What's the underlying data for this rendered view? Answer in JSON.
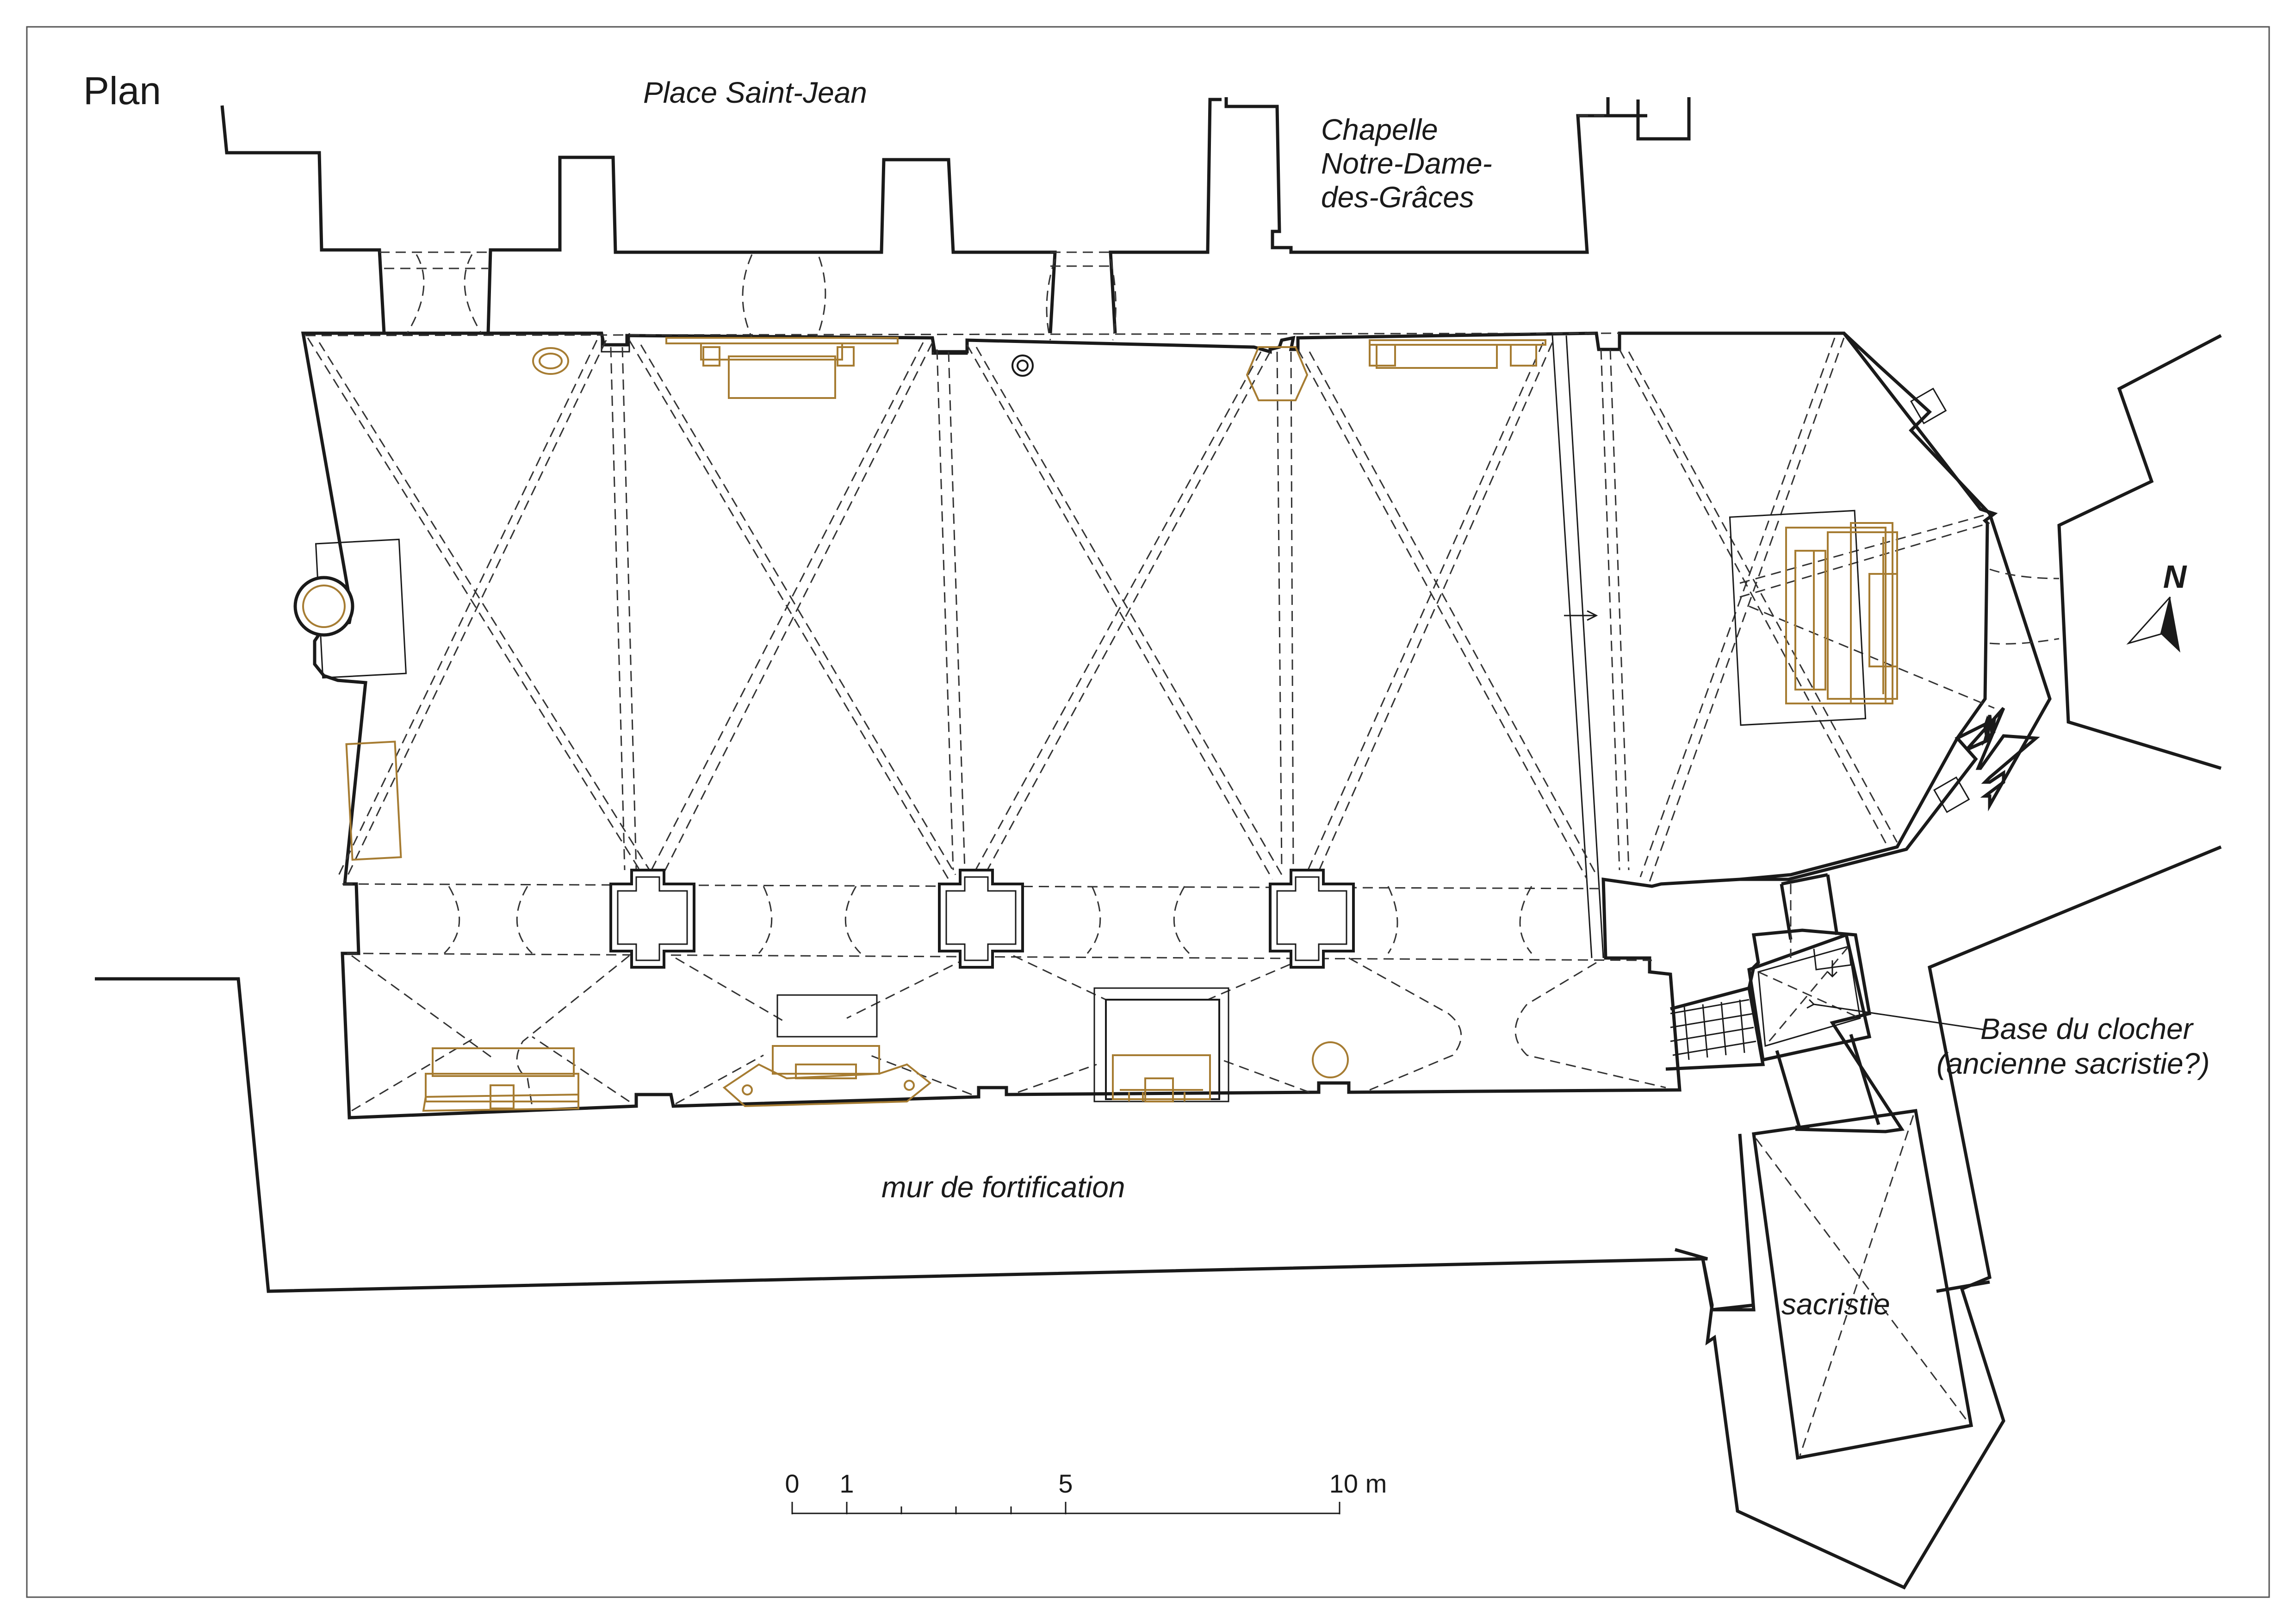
{
  "title": "Plan",
  "labels": {
    "place": "Place Saint-Jean",
    "chapel_line1": "Chapelle",
    "chapel_line2": "Notre-Dame-",
    "chapel_line3": "des-Grâces",
    "fortification": "mur de fortification",
    "tower_line1": "Base du clocher",
    "tower_line2": "(ancienne sacristie?)",
    "sacristy": "sacristie"
  },
  "north_arrow": {
    "letter": "N"
  },
  "scale_bar": {
    "ticks": [
      "0",
      "1",
      "5",
      "10 m"
    ]
  },
  "colors": {
    "wall": "#1a1a1a",
    "furniture": "#a67c32",
    "vault_lines": "#333333",
    "frame": "#555555"
  }
}
